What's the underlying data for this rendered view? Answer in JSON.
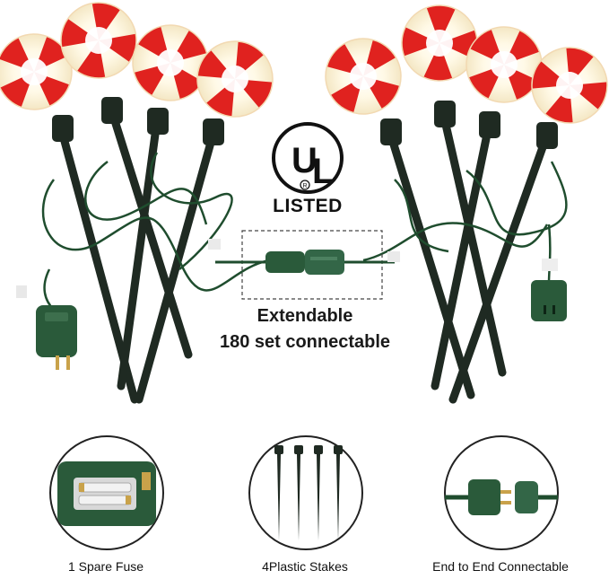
{
  "certification": {
    "logo_letters": "UL",
    "registered_mark": "R",
    "listed_label": "LISTED"
  },
  "connector_callout": {
    "line1": "Extendable",
    "line2": "180 set connectable"
  },
  "features": [
    {
      "caption": "1 Spare Fuse"
    },
    {
      "caption": "4Plastic Stakes"
    },
    {
      "caption": "End to End Connectable"
    }
  ],
  "colors": {
    "peppermint_red": "#e0221f",
    "bulb_cream": "#fff6d8",
    "wire_green": "#1f4d2e",
    "stake_dark": "#1f2a22",
    "plug_green": "#2a5a3a"
  },
  "icons": {
    "ul_logo": "ul-listed-logo",
    "plug": "two-prong-plug",
    "socket": "end-socket"
  }
}
